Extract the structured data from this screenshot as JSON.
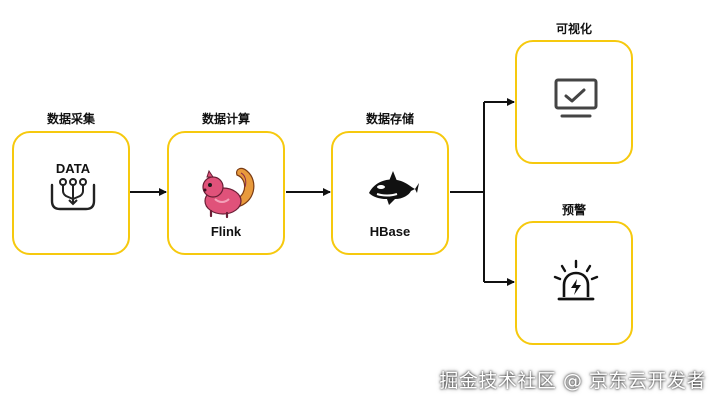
{
  "stages": {
    "collect": {
      "title": "数据采集",
      "icon_text": "DATA",
      "icon": "data-collection-icon"
    },
    "compute": {
      "title": "数据计算",
      "label": "Flink",
      "icon": "flink-squirrel-icon"
    },
    "store": {
      "title": "数据存储",
      "label": "HBase",
      "icon": "hbase-orca-icon"
    },
    "visualize": {
      "title": "可视化",
      "icon": "monitor-chart-icon"
    },
    "alert": {
      "title": "预警",
      "icon": "alarm-light-icon"
    }
  },
  "watermark": "掘金技术社区 @ 京东云开发者",
  "colors": {
    "box_border": "#F6C90E",
    "connector": "#111111",
    "icon_stroke": "#222222",
    "flink_body": "#E0527A",
    "flink_tail": "#E89A3C"
  }
}
